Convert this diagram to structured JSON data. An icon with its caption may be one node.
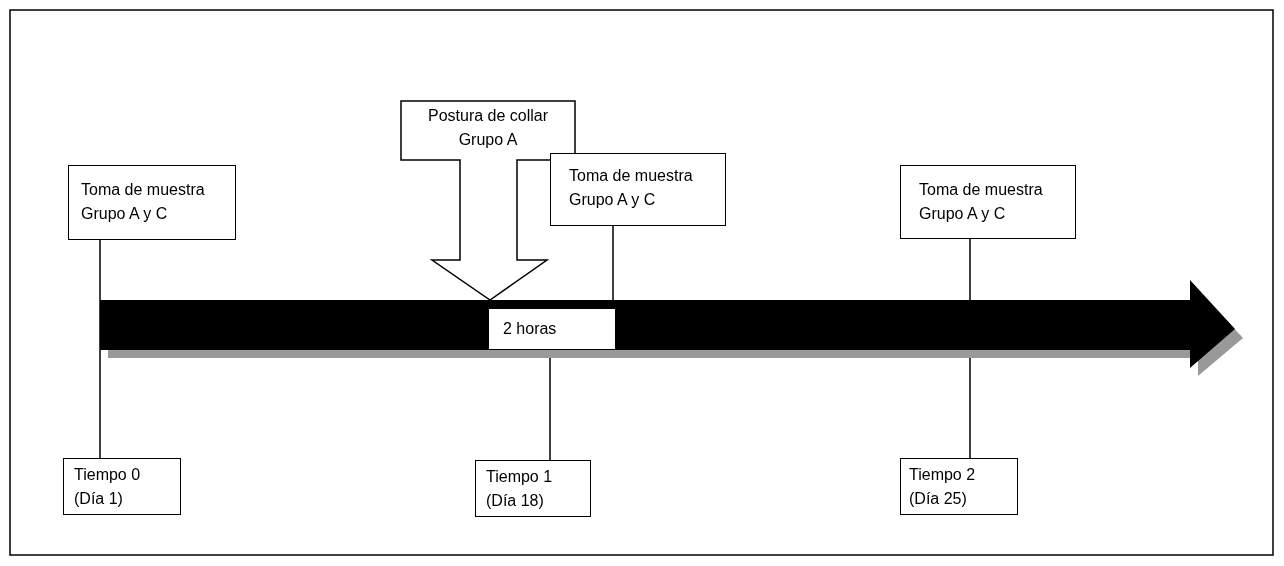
{
  "diagram": {
    "nodes": [
      {
        "text": [
          "Toma de muestra Grupo A y C"
        ]
      },
      {
        "text": [
          "Postura de collar Grupo A"
        ]
      },
      {
        "text": [
          "Toma de muestra Grupo A y C"
        ]
      },
      {
        "text": [
          "Toma de muestra Grupo A y C"
        ]
      },
      {
        "text": [
          "2 horas"
        ]
      },
      {
        "text": [
          "Tiempo 0 (Día 1)"
        ]
      },
      {
        "text": [
          "Tiempo 1 (Día 18)"
        ]
      },
      {
        "text": [
          "Tiempo 2 (Día 25)"
        ]
      }
    ],
    "edges": [
      {
        "from": 0,
        "to": 5,
        "arrow": "none"
      },
      {
        "from": 2,
        "to": 4,
        "arrow": "none"
      },
      {
        "from": 4,
        "to": 6,
        "arrow": "none"
      },
      {
        "from": 3,
        "to": 7,
        "arrow": "none"
      }
    ]
  }
}
